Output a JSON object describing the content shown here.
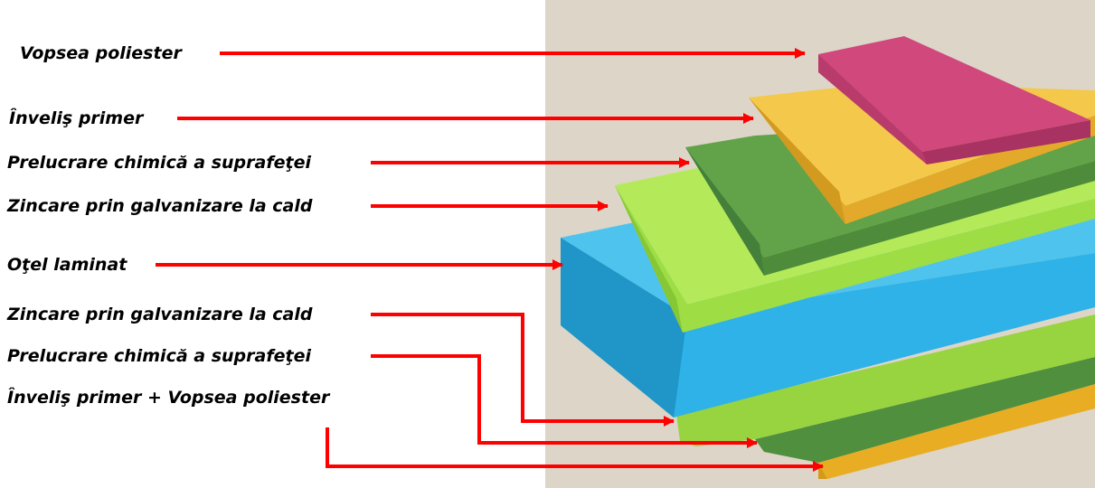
{
  "top_labels": [
    {
      "text": "Vopsea poliester"
    },
    {
      "text": "Înveliş primer"
    },
    {
      "text": "Prelucrare chimică a suprafeţei"
    },
    {
      "text": "Zincare prin galvanizare la cald"
    },
    {
      "text": "Oţel laminat"
    }
  ],
  "bottom_labels": [
    {
      "text": "Zincare prin galvanizare la cald"
    },
    {
      "text": "Prelucrare chimică a suprafeţei"
    },
    {
      "text": "Înveliş primer + Vopsea poliester"
    }
  ],
  "colors": {
    "arrow": "#ff0000",
    "background_panel": "#ddd5c8",
    "vopsea_poliester": "#cf4277",
    "invelis_primer": "#eec33f",
    "prelucrare_chimica": "#5d9a45",
    "zincare": "#a4e24b",
    "otel_laminat": "#2fb5ea"
  }
}
